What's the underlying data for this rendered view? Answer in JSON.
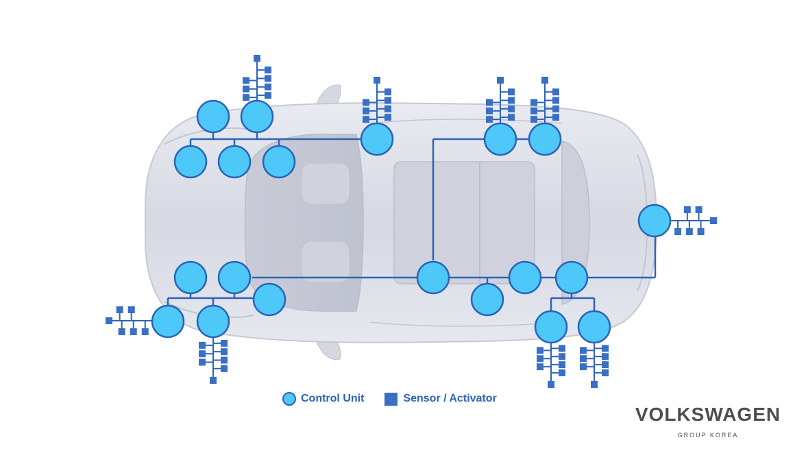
{
  "legend": {
    "control_unit_label": "Control Unit",
    "sensor_label": "Sensor / Activator"
  },
  "brand": {
    "name": "VOLKSWAGEN",
    "subtitle": "GROUP KOREA"
  },
  "colors": {
    "control_unit_fill": "#4ec8f9",
    "control_unit_stroke": "#2b63b8",
    "sensor": "#3a6fc4",
    "bus_line": "#2f63b8",
    "car_body": "#dcdfe8",
    "brand_text": "#4a4e55"
  }
}
